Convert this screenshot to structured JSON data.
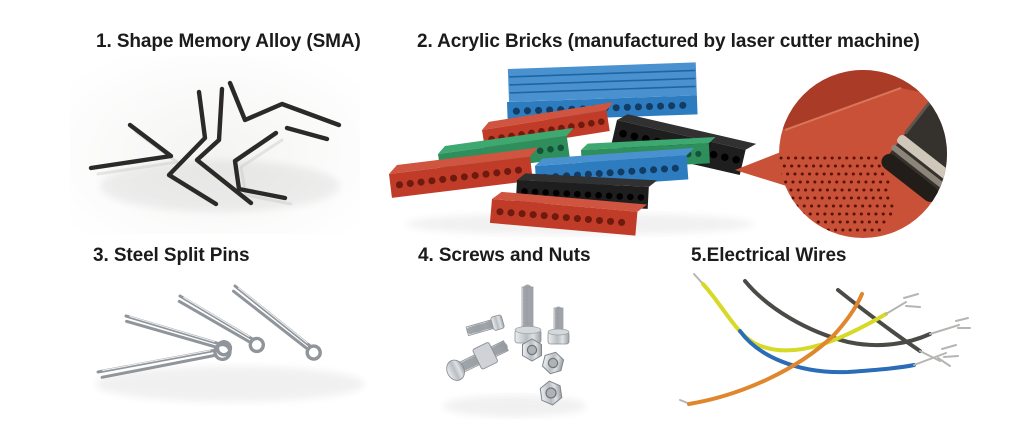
{
  "figure": {
    "items": [
      {
        "label": "1. Shape Memory Alloy (SMA)"
      },
      {
        "label": "2. Acrylic Bricks (manufactured by laser cutter machine)"
      },
      {
        "label": "3. Steel Split Pins"
      },
      {
        "label": "4. Screws and Nuts"
      },
      {
        "label": "5.Electrical Wires"
      }
    ],
    "colors": {
      "background": "#ffffff",
      "label_text": "#1b1b1b",
      "sma_wire": "#2b2a28",
      "brick_blue": "#2e7cc0",
      "brick_blue_top": "#4a92cf",
      "brick_blue_hole": "#123c63",
      "brick_red": "#c13c28",
      "brick_red_top": "#d05540",
      "brick_red_hole": "#6e1a0e",
      "brick_green": "#2e8f5c",
      "brick_green_top": "#3da86f",
      "brick_green_hole": "#14523a",
      "brick_black": "#1e1e1e",
      "brick_black_top": "#313131",
      "brick_black_hole": "#000000",
      "laser_bed": "#c85137",
      "laser_wall": "#a93b27",
      "laser_edge_highlight": "#d8765a",
      "laser_dot": "#581309",
      "nozzle_dark": "#35312c",
      "nozzle_rim": "#cfc7ba",
      "nozzle_band": "#8d857a",
      "nozzle_tip": "#221d19",
      "metal_light": "#eceff1",
      "metal_mid": "#b9bec3",
      "metal_dark": "#8f959a",
      "wire_yellow": "#d6d926",
      "wire_blue": "#2a6cb8",
      "wire_orange": "#e0862c",
      "wire_dark": "#4a4a46",
      "wire_tip": "#b5b5b2"
    }
  }
}
